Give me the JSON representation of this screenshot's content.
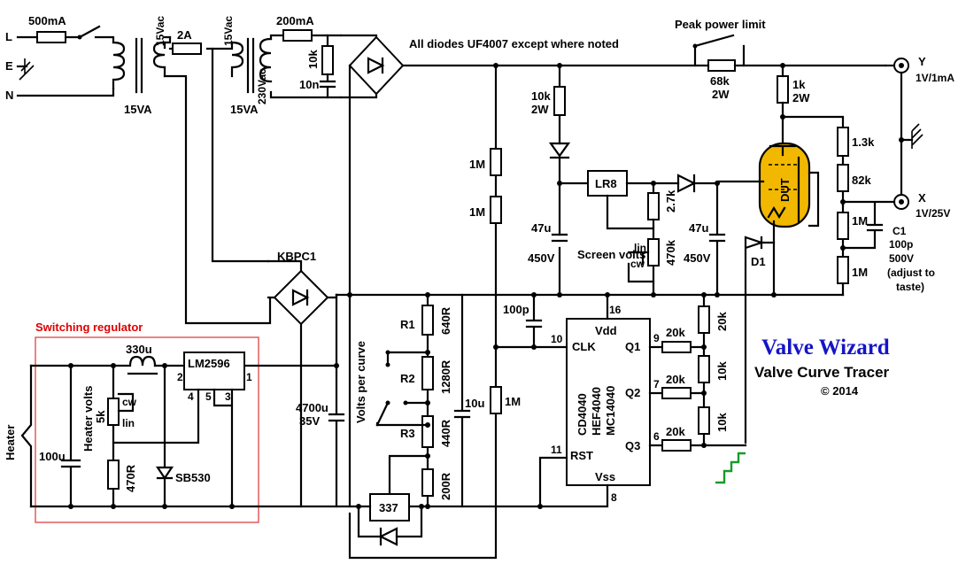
{
  "title": "Valve Wizard",
  "subtitle": "Valve Curve Tracer",
  "copyright": "© 2014",
  "notes": {
    "diodes": "All diodes UF4007 except where noted",
    "peak_power": "Peak power limit",
    "switching_regulator": "Switching regulator",
    "volts_per_curve": "Volts per curve",
    "screen_volts": "Screen volts",
    "heater_volts": "Heater volts",
    "heater": "Heater",
    "c1_note": [
      "C1",
      "100p",
      "500V",
      "(adjust to",
      "taste)"
    ]
  },
  "terminals": {
    "L": "L",
    "E": "E",
    "N": "N",
    "Y": "Y",
    "Y_scale": "1V/1mA",
    "X": "X",
    "X_scale": "1V/25V"
  },
  "components": {
    "fuse1": "500mA",
    "t1_sec": "15Vac",
    "t1_rating": "15VA",
    "fuse2": "2A",
    "t2_pri": "15Vac",
    "t2_sec": "230Vac",
    "t2_rating": "15VA",
    "fuse3": "200mA",
    "r_snub": "10k",
    "c_snub": "10n",
    "r_peak": "68k",
    "r_peak_w": "2W",
    "r_anode": "1k",
    "r_anode_w": "2W",
    "r_scr": "10k",
    "r_scr_w": "2W",
    "lr8": "LR8",
    "r27": "2.7k",
    "c47a": "47u",
    "c47a_v": "450V",
    "c47b": "47u",
    "c47b_v": "450V",
    "pot470": "470k",
    "pot_lin": "lin",
    "pot_cw": "cw",
    "r1m_a": "1M",
    "r1m_b": "1M",
    "r1m_c": "1M",
    "r13k": "1.3k",
    "r82k": "82k",
    "r1m_d": "1M",
    "r1m_e": "1M",
    "dut": "DUT",
    "d1": "D1",
    "kbpc": "KBPC1",
    "c100p": "100p",
    "ic_name": [
      "CD4040",
      "HEF4040",
      "MC14040"
    ],
    "vdd": "Vdd",
    "vss": "Vss",
    "clk": "CLK",
    "rst": "RST",
    "q1": "Q1",
    "q2": "Q2",
    "q3": "Q3",
    "pin16": "16",
    "pin10": "10",
    "pin11": "11",
    "pin8": "8",
    "pin9": "9",
    "pin7": "7",
    "pin6": "6",
    "r20k_a": "20k",
    "r20k_b": "20k",
    "r20k_c": "20k",
    "r20k_v": "20k",
    "r10k_a": "10k",
    "r10k_b": "10k",
    "R1": "R1",
    "R2": "R2",
    "R3": "R3",
    "r640": "640R",
    "r1280": "1280R",
    "r440": "440R",
    "r200": "200R",
    "c10u": "10u",
    "reg337": "337",
    "c4700": "4700u",
    "c4700_v": "35V",
    "lm2596": "LM2596",
    "l330": "330u",
    "pin_2": "2",
    "pin_1": "1",
    "pin_4": "4",
    "pin_5": "5",
    "pin_3": "3",
    "c100u": "100u",
    "pot5k": "5k",
    "r470": "470R",
    "sb530": "SB530"
  }
}
